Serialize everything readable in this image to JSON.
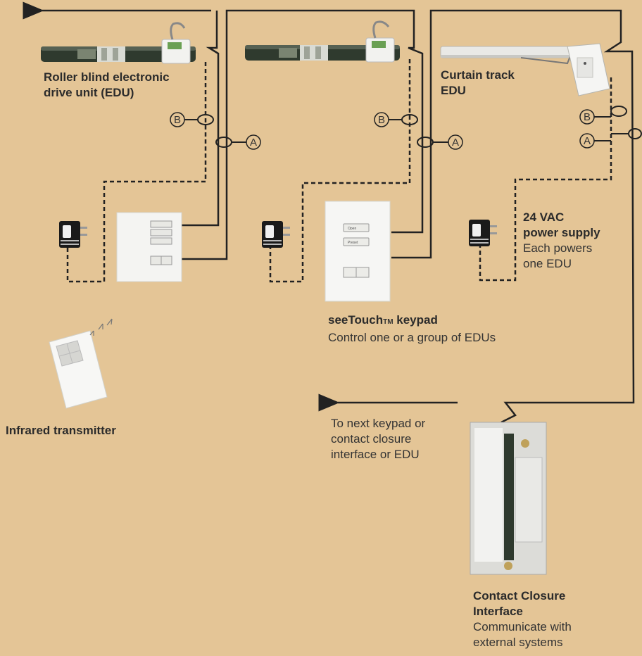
{
  "labels": {
    "roller_blind": [
      "Roller blind electronic",
      "drive unit (EDU)"
    ],
    "curtain_track": [
      "Curtain track",
      "EDU"
    ],
    "keypad_title": "seeTouch",
    "keypad_tm": "TM",
    "keypad_title_suffix": " keypad",
    "keypad_desc": "Control one or a group of EDUs",
    "power_title": [
      "24 VAC",
      "power supply"
    ],
    "power_desc": [
      "Each powers",
      "one EDU"
    ],
    "infrared": "Infrared transmitter",
    "next": [
      "To next keypad or",
      "contact closure",
      "interface or EDU"
    ],
    "cci_title": [
      "Contact Closure",
      "Interface"
    ],
    "cci_desc": [
      "Communicate with",
      "external systems"
    ]
  },
  "markers": {
    "a": "A",
    "b": "B"
  },
  "keypad_buttons": {
    "open": "Open",
    "preset": "Preset"
  },
  "icons": [
    "roller-blind-edu-icon",
    "curtain-track-edu-icon",
    "power-supply-icon",
    "keypad-icon",
    "infrared-transmitter-icon",
    "contact-closure-interface-icon"
  ],
  "colors": {
    "background": "#e4c596",
    "wire": "#222222",
    "device": "#f4f4f2"
  }
}
